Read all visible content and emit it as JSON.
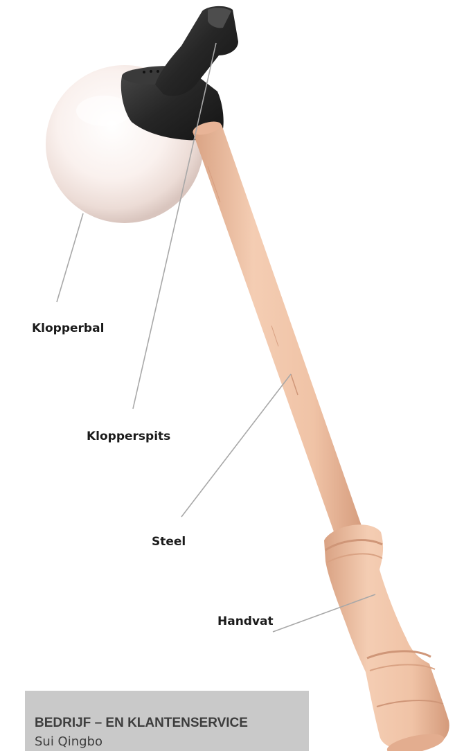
{
  "labels": {
    "ball": "Klopperbal",
    "tip": "Klopperspits",
    "shaft": "Steel",
    "handle": "Handvat"
  },
  "service": {
    "title": "BEDRIJF – EN KLANTENSERVICE",
    "name": "Sui Qingbo"
  },
  "colors": {
    "ball": "#f6ebe8",
    "rubber_tip": "#2a2a2a",
    "wood": "#f0c3a6",
    "leader_line": "#a8a8a8",
    "service_box": "#c9c9c9"
  }
}
